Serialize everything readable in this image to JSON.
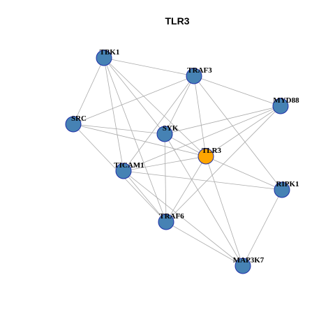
{
  "title": "TLR3",
  "colors": {
    "node_fill": "#4682B4",
    "node_stroke": "#1f2fa8",
    "highlight_fill": "#FFA500",
    "highlight_stroke": "#1f2fa8",
    "edge": "#aaaaaa"
  },
  "nodes": [
    {
      "id": "TBK1",
      "label": "TBK1",
      "highlight": false
    },
    {
      "id": "TRAF3",
      "label": "TRAF3",
      "highlight": false
    },
    {
      "id": "MYD88",
      "label": "MYD88",
      "highlight": false
    },
    {
      "id": "SRC",
      "label": "SRC",
      "highlight": false
    },
    {
      "id": "SYK",
      "label": "SYK",
      "highlight": false
    },
    {
      "id": "TLR3",
      "label": "TLR3",
      "highlight": true
    },
    {
      "id": "TICAM1",
      "label": "TICAM1",
      "highlight": false
    },
    {
      "id": "RIPK1",
      "label": "RIPK1",
      "highlight": false
    },
    {
      "id": "TRAF6",
      "label": "TRAF6",
      "highlight": false
    },
    {
      "id": "MAP3K7",
      "label": "MAP3K7",
      "highlight": false
    }
  ],
  "edges": [
    [
      "TBK1",
      "TRAF3"
    ],
    [
      "TBK1",
      "SRC"
    ],
    [
      "TBK1",
      "SYK"
    ],
    [
      "TBK1",
      "TLR3"
    ],
    [
      "TBK1",
      "TICAM1"
    ],
    [
      "TBK1",
      "TRAF6"
    ],
    [
      "TRAF3",
      "MYD88"
    ],
    [
      "TRAF3",
      "SRC"
    ],
    [
      "TRAF3",
      "SYK"
    ],
    [
      "TRAF3",
      "TLR3"
    ],
    [
      "TRAF3",
      "TICAM1"
    ],
    [
      "TRAF3",
      "RIPK1"
    ],
    [
      "MYD88",
      "SYK"
    ],
    [
      "MYD88",
      "TLR3"
    ],
    [
      "MYD88",
      "TICAM1"
    ],
    [
      "MYD88",
      "TRAF6"
    ],
    [
      "SRC",
      "SYK"
    ],
    [
      "SRC",
      "TLR3"
    ],
    [
      "SRC",
      "TRAF6"
    ],
    [
      "SYK",
      "TLR3"
    ],
    [
      "SYK",
      "TRAF6"
    ],
    [
      "SYK",
      "MAP3K7"
    ],
    [
      "TLR3",
      "TICAM1"
    ],
    [
      "TLR3",
      "RIPK1"
    ],
    [
      "TLR3",
      "TRAF6"
    ],
    [
      "TLR3",
      "MAP3K7"
    ],
    [
      "TICAM1",
      "RIPK1"
    ],
    [
      "TICAM1",
      "TRAF6"
    ],
    [
      "TICAM1",
      "MAP3K7"
    ],
    [
      "RIPK1",
      "MAP3K7"
    ],
    [
      "TRAF6",
      "MAP3K7"
    ]
  ]
}
